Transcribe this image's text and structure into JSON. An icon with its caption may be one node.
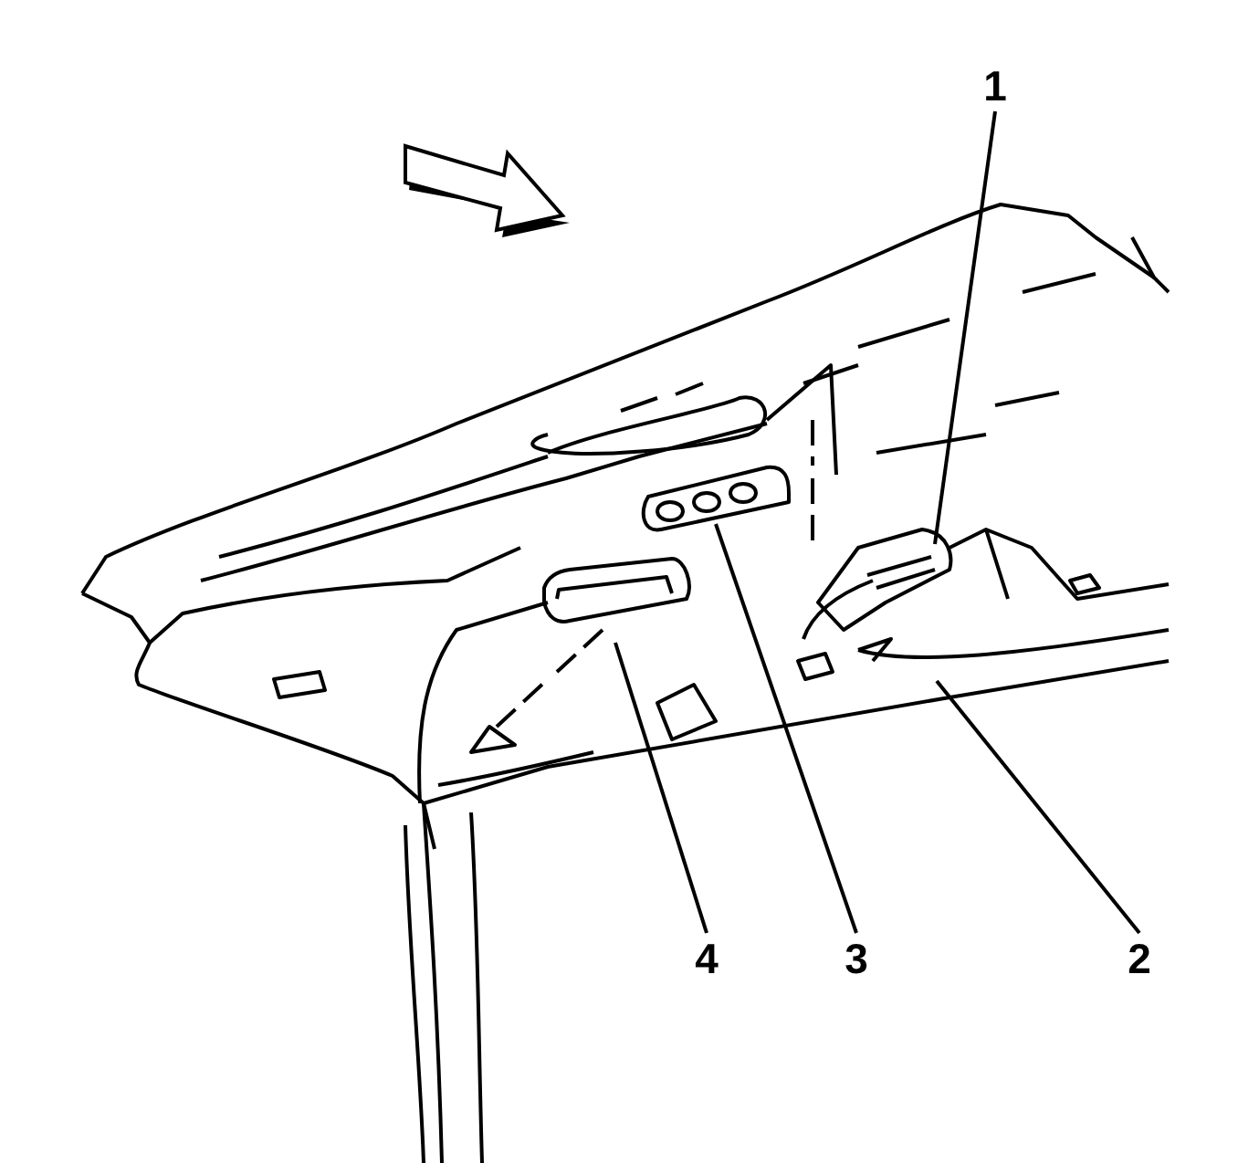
{
  "diagram": {
    "nodes": [
      {
        "text": [
          "1"
        ]
      },
      {
        "text": [
          "4"
        ]
      },
      {
        "text": [
          "3"
        ]
      },
      {
        "text": [
          "2"
        ]
      }
    ],
    "edges": [
      {
        "from": 0,
        "to": null,
        "arrow": "none"
      },
      {
        "from": 1,
        "to": null,
        "arrow": "none"
      },
      {
        "from": 2,
        "to": null,
        "arrow": "none"
      },
      {
        "from": 3,
        "to": null,
        "arrow": "none"
      }
    ]
  }
}
